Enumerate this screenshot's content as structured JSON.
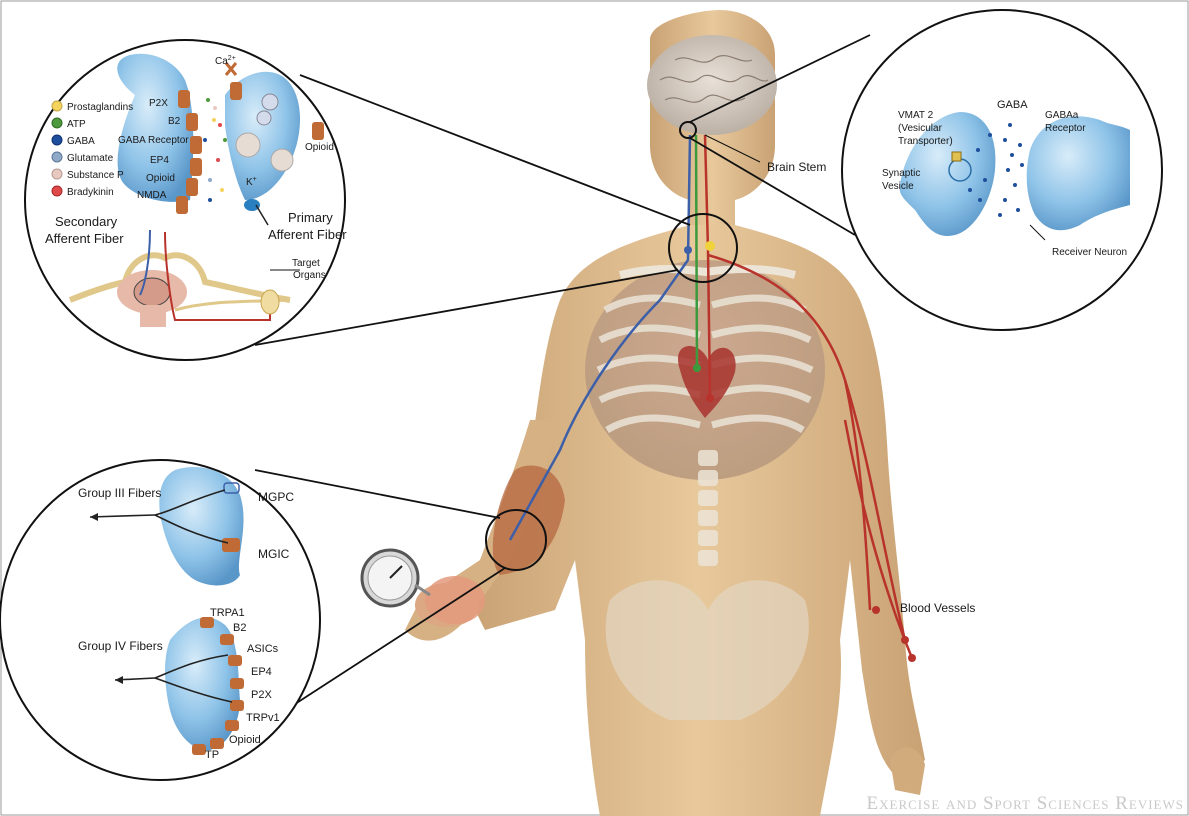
{
  "journal_watermark": "Exercise and Sport Sciences Reviews",
  "top_left_inset": {
    "legend": [
      {
        "label": "Prostaglandins",
        "color": "#f4d35e"
      },
      {
        "label": "ATP",
        "color": "#4c9a3c"
      },
      {
        "label": "GABA",
        "color": "#1e4e9c"
      },
      {
        "label": "Glutamate",
        "color": "#8fa9c9"
      },
      {
        "label": "Substance P",
        "color": "#e8c9c0"
      },
      {
        "label": "Bradykinin",
        "color": "#e0494a"
      }
    ],
    "receptors": [
      "P2X",
      "B2",
      "GABA Receptor",
      "EP4",
      "Opioid",
      "NMDA"
    ],
    "opioid_right": "Opioid",
    "ca_label": "Ca",
    "ca_sup": "2+",
    "k_label": "K",
    "k_sup": "+",
    "secondary_line1": "Secondary",
    "secondary_line2": "Afferent Fiber",
    "primary_line1": "Primary",
    "primary_line2": "Afferent Fiber",
    "target_line1": "Target",
    "target_line2": "Organs"
  },
  "top_right_inset": {
    "vmat_line1": "VMAT 2",
    "vmat_line2": "(Vesicular",
    "vmat_line3": "Transporter)",
    "gaba": "GABA",
    "gabaa_line1": "GABAa",
    "gabaa_line2": "Receptor",
    "synaptic_line1": "Synaptic",
    "synaptic_line2": "Vesicle",
    "receiver": "Receiver Neuron"
  },
  "brain_stem": "Brain Stem",
  "blood_vessels": "Blood Vessels",
  "bottom_left_inset": {
    "group3": "Group III Fibers",
    "mgpc": "MGPC",
    "mgic": "MGIC",
    "group4": "Group IV Fibers",
    "group4_receptors": [
      "TRPA1",
      "B2",
      "ASICs",
      "EP4",
      "P2X",
      "TRPv1",
      "Opioid",
      "TP"
    ]
  }
}
